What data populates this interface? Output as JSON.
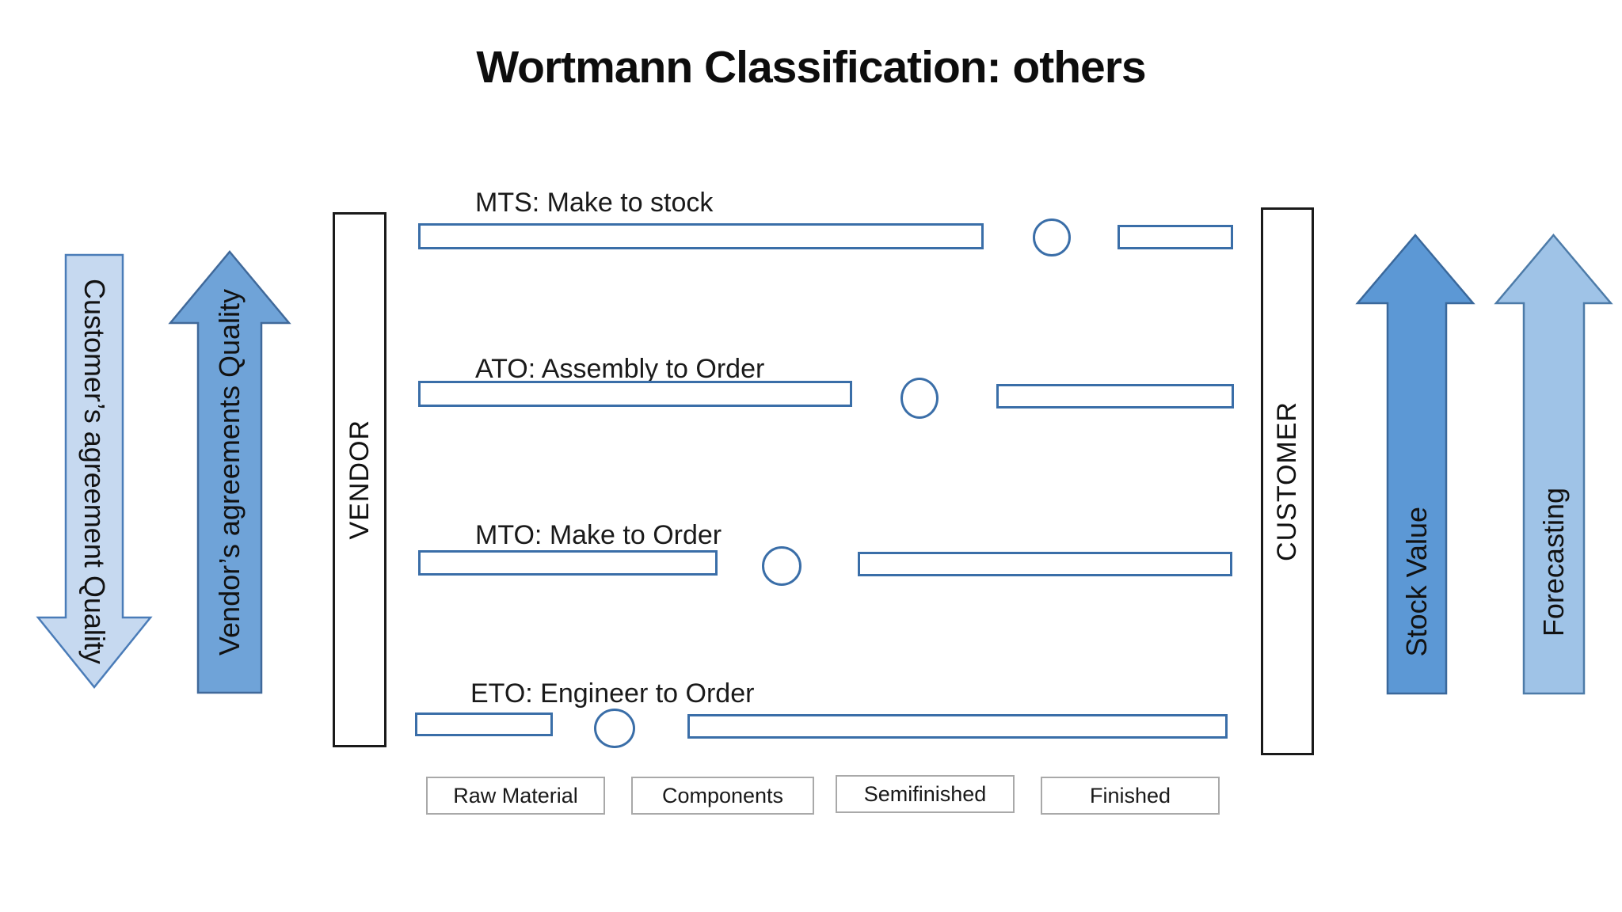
{
  "title": "Wortmann Classification: others",
  "colors": {
    "light_arrow_fill": "#c6d9f0",
    "light_arrow_stroke": "#4a7cb8",
    "medium_arrow_fill": "#6fa3d8",
    "medium_arrow_stroke": "#40699a",
    "stock_arrow_fill": "#5c98d5",
    "stock_arrow_stroke": "#3a689b",
    "forecast_arrow_fill": "#9fc3e7",
    "forecast_arrow_stroke": "#4d7ba8",
    "bar_border": "#3a6ea8",
    "boundary_border": "#1a1a1a",
    "legend_border": "#a9a9a9",
    "text": "#151515"
  },
  "side_arrows": {
    "customer_quality": {
      "label": "Customer’s agreement Quality",
      "direction": "down",
      "fill": "#c6d9f0",
      "stroke": "#4a7cb8"
    },
    "vendor_quality": {
      "label": "Vendor’s agreements Quality",
      "direction": "up",
      "fill": "#6fa3d8",
      "stroke": "#40699a"
    },
    "stock_value": {
      "label": "Stock Value",
      "direction": "up",
      "fill": "#5c98d5",
      "stroke": "#3a689b"
    },
    "forecasting": {
      "label": "Forecasting",
      "direction": "up",
      "fill": "#9fc3e7",
      "stroke": "#4d7ba8"
    }
  },
  "boundaries": {
    "vendor": "VENDOR",
    "customer": "CUSTOMER"
  },
  "rows": [
    {
      "id": "mts",
      "label": "MTS: Make to stock"
    },
    {
      "id": "ato",
      "label": "ATO: Assembly to Order"
    },
    {
      "id": "mto",
      "label": "MTO: Make to Order"
    },
    {
      "id": "eto",
      "label": "ETO: Engineer to Order"
    }
  ],
  "legend": [
    {
      "label": "Raw Material"
    },
    {
      "label": "Components"
    },
    {
      "label": "Semifinished"
    },
    {
      "label": "Finished"
    }
  ]
}
